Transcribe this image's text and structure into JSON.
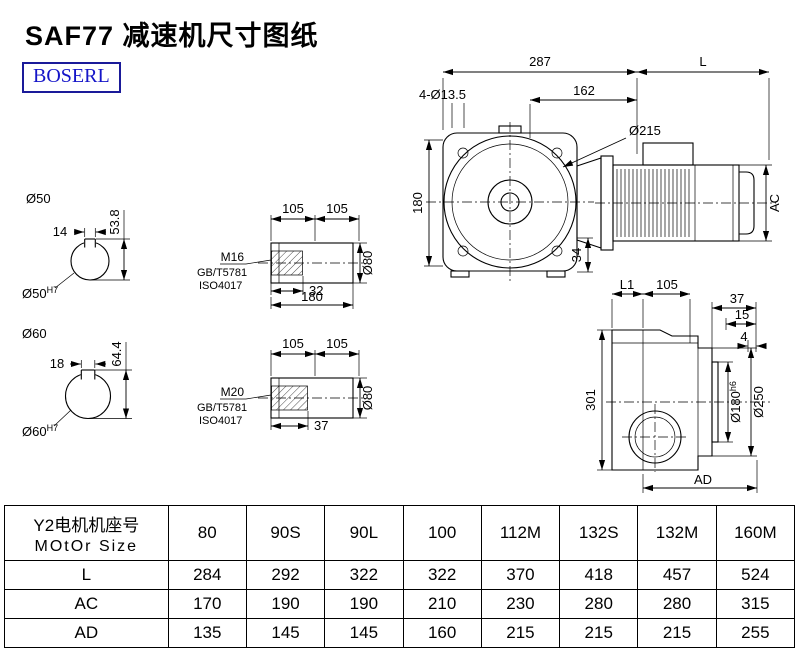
{
  "page": {
    "title": "SAF77 减速机尺寸图纸",
    "logo": "BOSERL"
  },
  "drawing": {
    "front": {
      "dim_total_width": "287",
      "dim_motor_length": "L",
      "dim_162": "162",
      "holes": "4-Ø13.5",
      "face_diameter": "Ø215",
      "dim_height": "180",
      "dim_34": "34",
      "dim_ac": "AC"
    },
    "shaft_small": {
      "diameter": "Ø50",
      "key_width": "14",
      "key_height": "53.8",
      "bore": "Ø50",
      "bore_tol": "H7"
    },
    "shaft_large": {
      "diameter": "Ø60",
      "key_width": "18",
      "key_height": "64.4",
      "bore": "Ø60",
      "bore_tol": "H7"
    },
    "bushing_small": {
      "dim_105a": "105",
      "dim_105b": "105",
      "thread": "M16",
      "std_gb": "GB/T5781",
      "std_iso": "ISO4017",
      "thread_depth": "32",
      "length": "180",
      "diameter": "Ø80"
    },
    "bushing_large": {
      "dim_105a": "105",
      "dim_105b": "105",
      "thread": "M20",
      "std_gb": "GB/T5781",
      "std_iso": "ISO4017",
      "thread_depth": "37",
      "diameter": "Ø80"
    },
    "side": {
      "dim_l1": "L1",
      "dim_105": "105",
      "dim_37": "37",
      "dim_15": "15",
      "dim_4": "4",
      "dim_height": "301",
      "spigot": "Ø180",
      "spigot_tol": "h6",
      "flange": "Ø250",
      "dim_ad": "AD"
    }
  },
  "table": {
    "header_line1": "Y2电机机座号",
    "header_line2": "MOtOr Size",
    "sizes": [
      "80",
      "90S",
      "90L",
      "100",
      "112M",
      "132S",
      "132M",
      "160M"
    ],
    "rows": [
      {
        "label": "L",
        "values": [
          "284",
          "292",
          "322",
          "322",
          "370",
          "418",
          "457",
          "524"
        ]
      },
      {
        "label": "AC",
        "values": [
          "170",
          "190",
          "190",
          "210",
          "230",
          "280",
          "280",
          "315"
        ]
      },
      {
        "label": "AD",
        "values": [
          "135",
          "145",
          "145",
          "160",
          "215",
          "215",
          "215",
          "255"
        ]
      }
    ]
  }
}
